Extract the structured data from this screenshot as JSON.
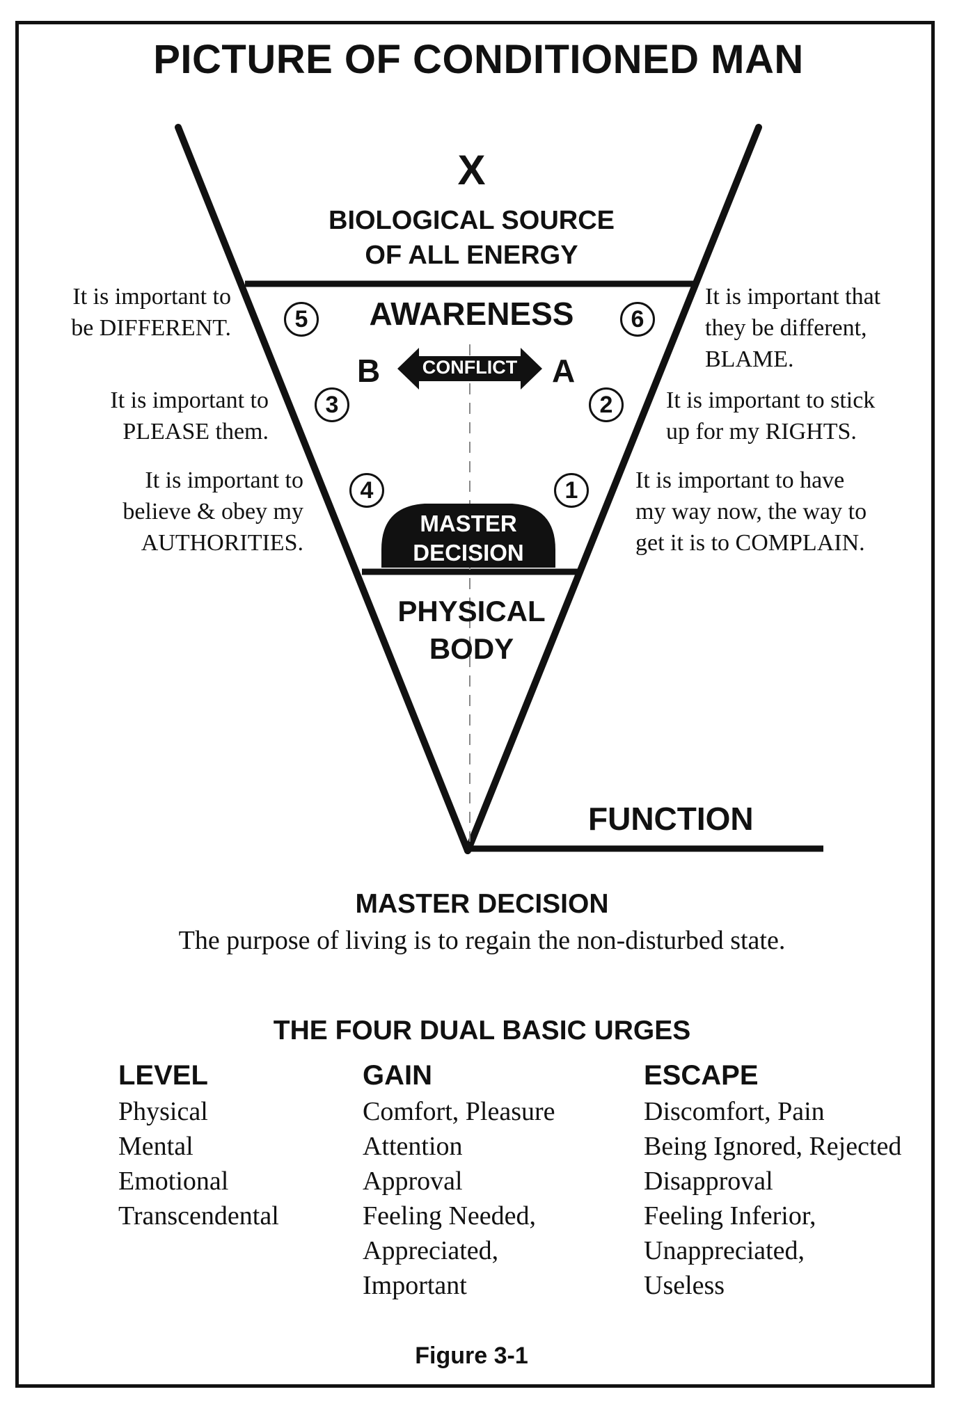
{
  "title": "PICTURE OF CONDITIONED MAN",
  "diagram": {
    "x_label": "X",
    "source_label_line1": "BIOLOGICAL SOURCE",
    "source_label_line2": "OF ALL ENERGY",
    "awareness_label": "AWARENESS",
    "conflict_label": "CONFLICT",
    "b_label": "B",
    "a_label": "A",
    "master_decision_line1": "MASTER",
    "master_decision_line2": "DECISION",
    "physical_body_line1": "PHYSICAL",
    "physical_body_line2": "BODY",
    "function_label": "FUNCTION",
    "markers": [
      "5",
      "6",
      "3",
      "2",
      "4",
      "1"
    ]
  },
  "notes": {
    "n5": [
      "It is important to",
      "be DIFFERENT."
    ],
    "n6": [
      "It is important that",
      "they be different,",
      "BLAME."
    ],
    "n3": [
      "It is important to",
      "PLEASE them."
    ],
    "n2": [
      "It is important to stick",
      "up for my RIGHTS."
    ],
    "n4": [
      "It is important to",
      "believe & obey my",
      "AUTHORITIES."
    ],
    "n1": [
      "It is important to have",
      "my way now, the way to",
      "get it is to COMPLAIN."
    ]
  },
  "master_decision": {
    "heading": "MASTER DECISION",
    "text": "The purpose of living is to regain the non-disturbed state."
  },
  "urges": {
    "heading": "THE FOUR DUAL BASIC URGES",
    "columns": {
      "level": {
        "header": "LEVEL",
        "items": [
          "Physical",
          "Mental",
          "Emotional",
          "Transcendental"
        ]
      },
      "gain": {
        "header": "GAIN",
        "items": [
          "Comfort, Pleasure",
          "Attention",
          "Approval",
          "Feeling Needed,",
          "Appreciated,",
          "Important"
        ]
      },
      "escape": {
        "header": "ESCAPE",
        "items": [
          "Discomfort, Pain",
          "Being Ignored, Rejected",
          "Disapproval",
          "Feeling Inferior,",
          "Unappreciated,",
          "Useless"
        ]
      }
    }
  },
  "caption": "Figure 3-1"
}
